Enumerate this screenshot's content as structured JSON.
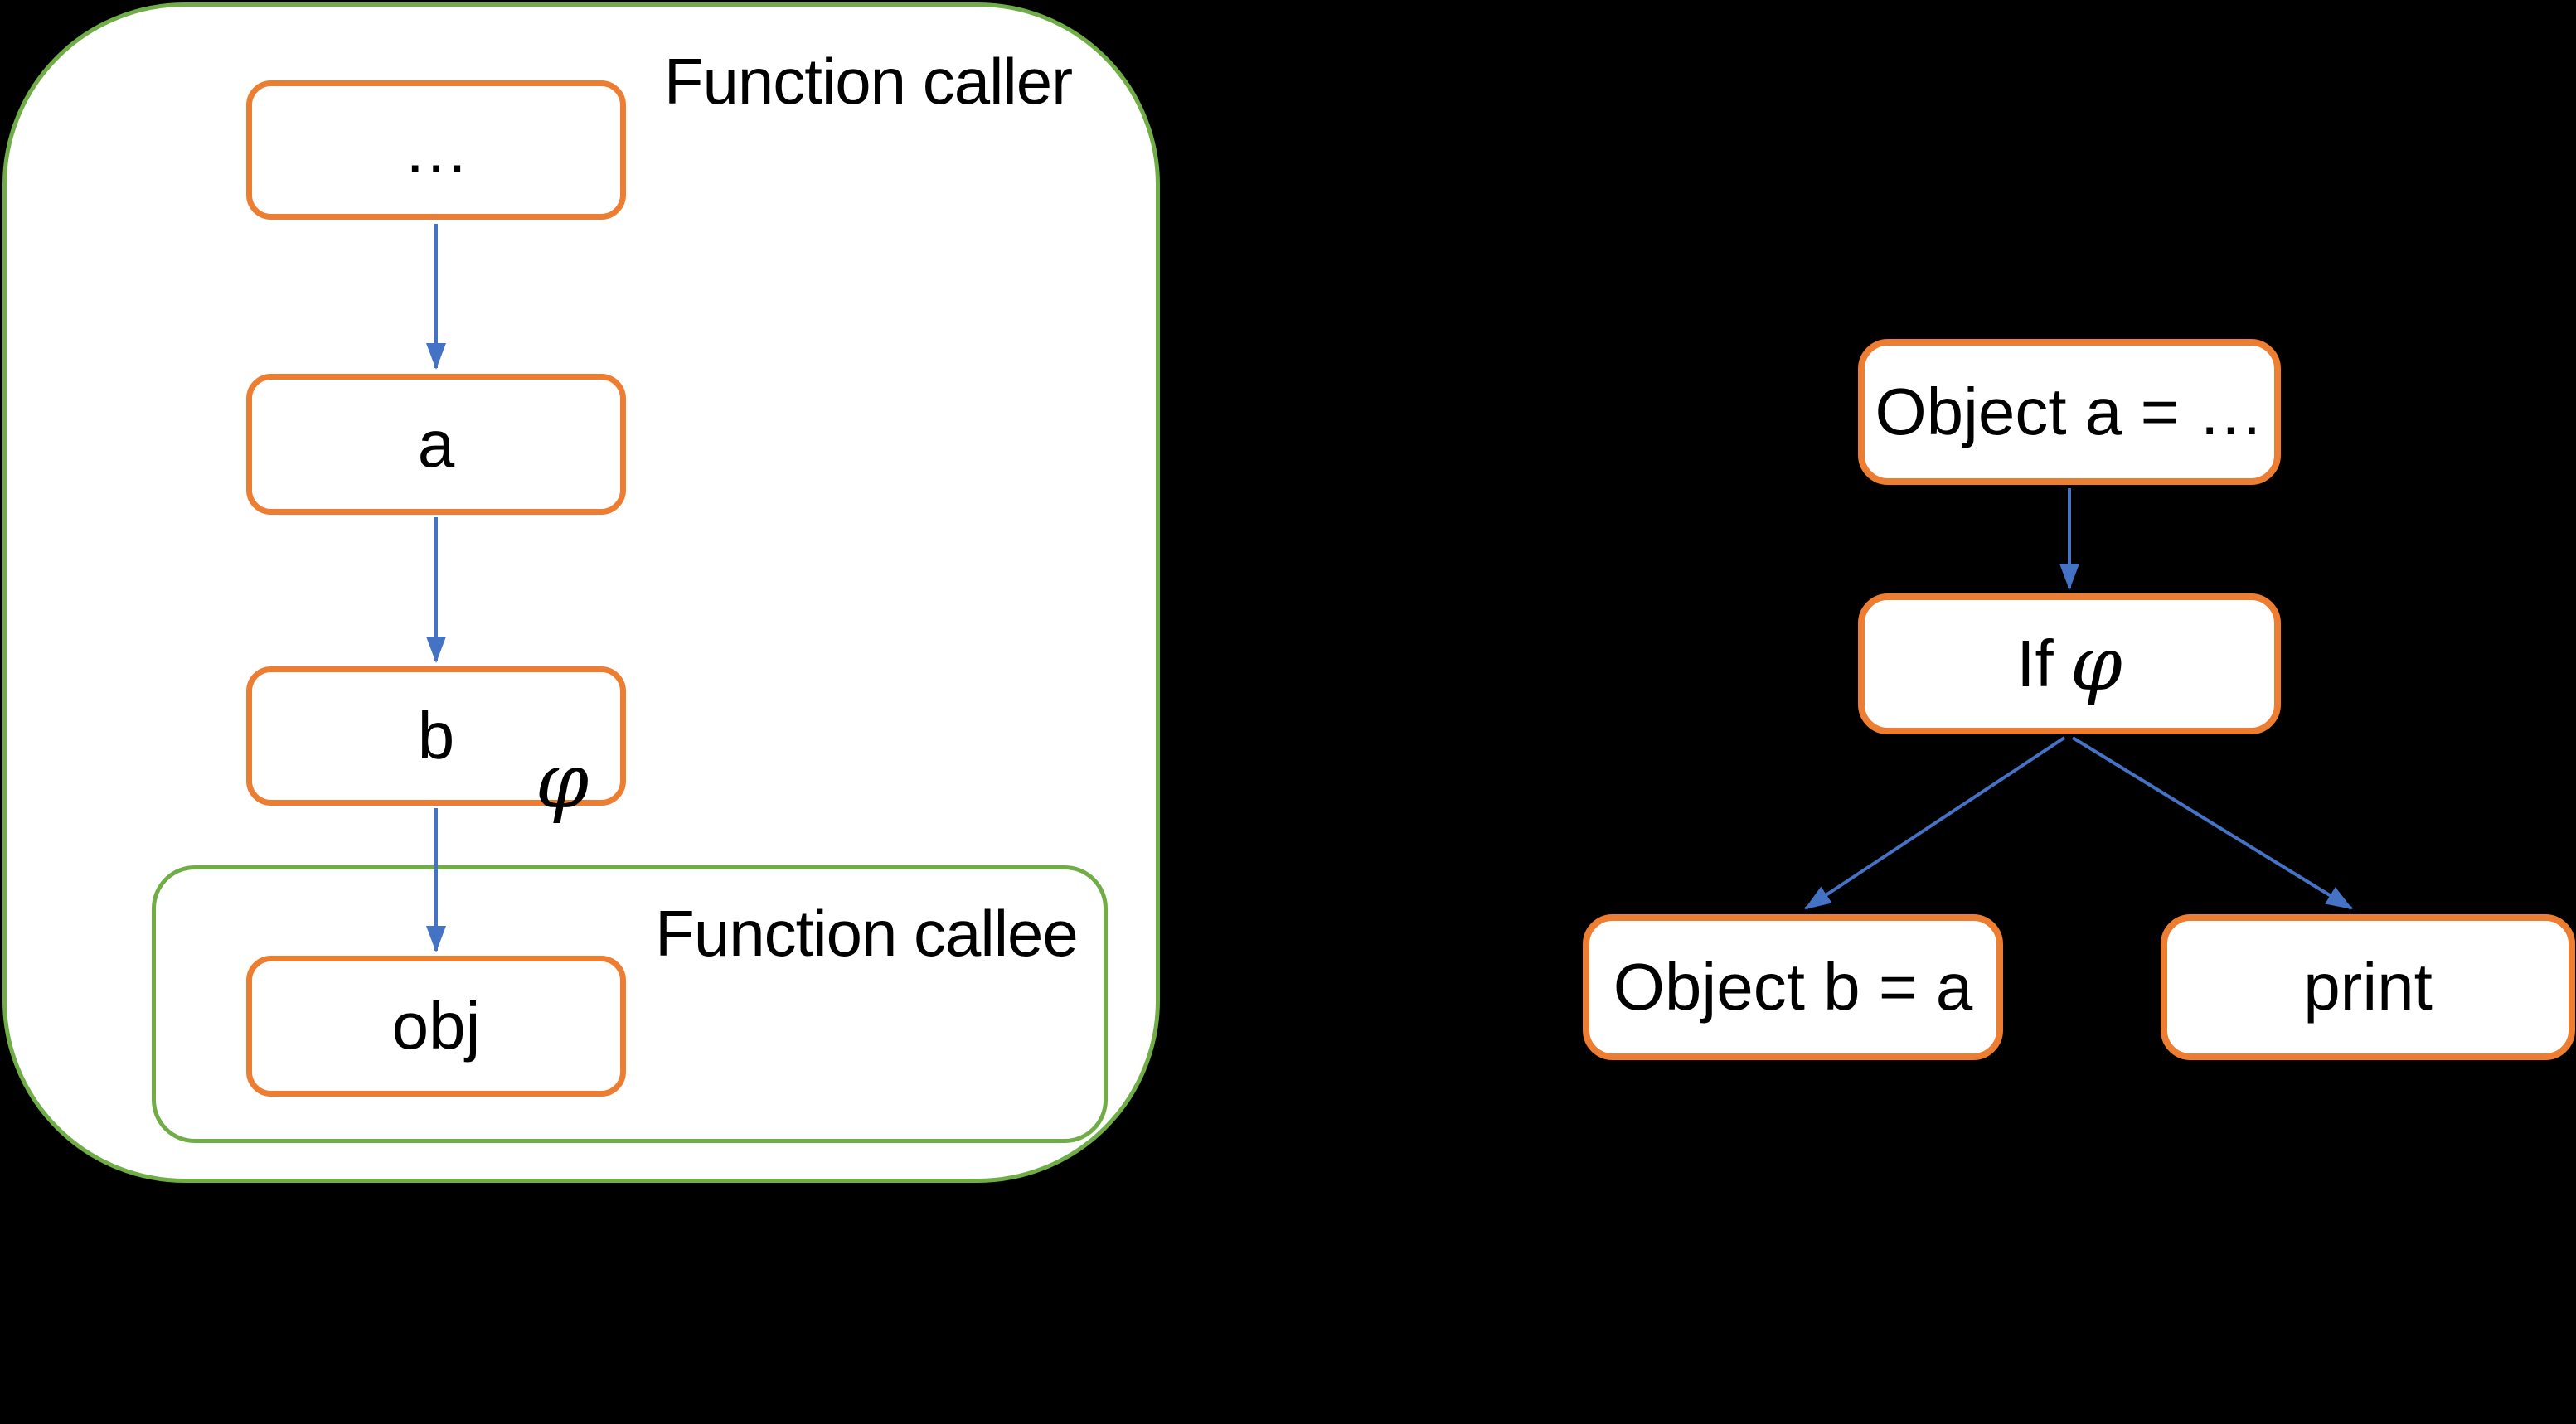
{
  "diagram": {
    "left": {
      "container_label": "Function caller",
      "inner_container_label": "Function callee",
      "nodes": [
        {
          "id": "dots",
          "label": "…"
        },
        {
          "id": "a",
          "label": "a"
        },
        {
          "id": "b",
          "label": "b"
        },
        {
          "id": "obj",
          "label": "obj"
        }
      ],
      "phi_annotation": "φ"
    },
    "right": {
      "nodes": [
        {
          "id": "object-a",
          "label": "Object a = …"
        },
        {
          "id": "if-phi",
          "label_prefix": "If",
          "label_phi": "φ"
        },
        {
          "id": "object-b",
          "label": "Object b = a"
        },
        {
          "id": "print",
          "label": "print"
        }
      ]
    },
    "colors": {
      "background": "#000000",
      "node_border": "#ED7D31",
      "node_fill": "#FFFFFF",
      "container_border": "#70AD47",
      "container_fill": "#FFFFFF",
      "arrow": "#4472C4",
      "text": "#000000"
    }
  }
}
